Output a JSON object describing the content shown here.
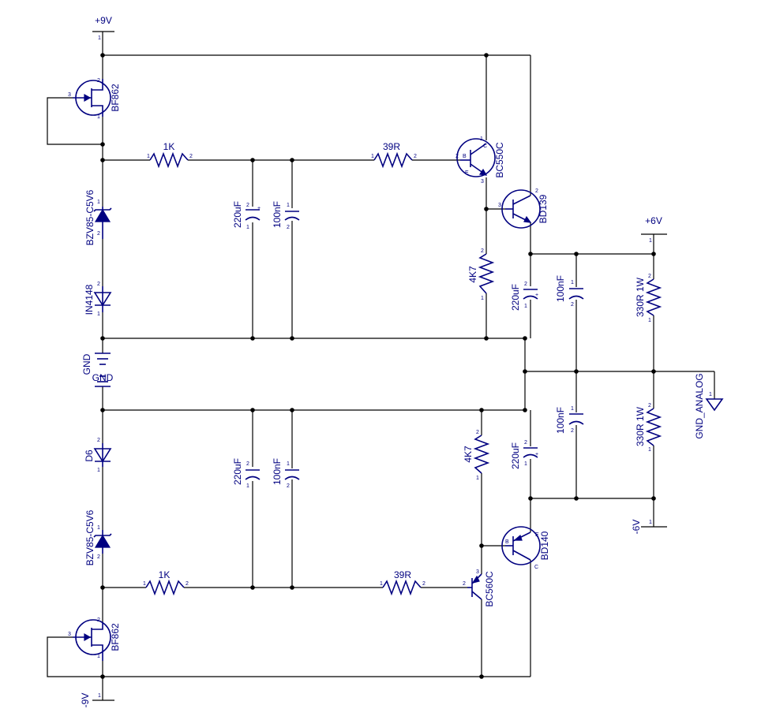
{
  "colors": {
    "wire": "#000000",
    "component": "#000080",
    "background": "#ffffff"
  },
  "rails": {
    "pos9": "+9V",
    "neg9": "-9V",
    "pos6": "+6V",
    "neg6": "-6V"
  },
  "ground": {
    "gnd_top": "GND",
    "gnd_bottom": "GND",
    "gnd_analog": "GND_ANALOG"
  },
  "parts": {
    "jfet_top": "BF862",
    "jfet_bottom": "BF862",
    "zener_top": "BZV85-C5V6",
    "zener_bottom": "BZV85-C5V6",
    "diode_top": "IN4148",
    "diode_bottom": "D6",
    "r1k_top": "1K",
    "r1k_bottom": "1K",
    "r39_top": "39R",
    "r39_bottom": "39R",
    "cap220_top_left": "220uF",
    "cap100_top_left": "100nF",
    "cap220_bottom_left": "220uF",
    "cap100_bottom_left": "100nF",
    "q_top_driver": "BC550C",
    "q_bottom_driver": "BC560C",
    "q_top_power": "BD139",
    "q_bottom_power": "BD140",
    "r4k7_top": "4K7",
    "r4k7_bottom": "4K7",
    "cap220_top_right": "220uF",
    "cap220_bottom_right": "220uF",
    "cap100_top_right": "100nF",
    "cap100_bottom_right": "100nF",
    "r330_top": "330R 1W",
    "r330_bottom": "330R 1W"
  },
  "pins": {
    "one": "1",
    "two": "2",
    "three": "3",
    "base": "B",
    "collector": "C",
    "emitter": "E",
    "plus": "+"
  }
}
